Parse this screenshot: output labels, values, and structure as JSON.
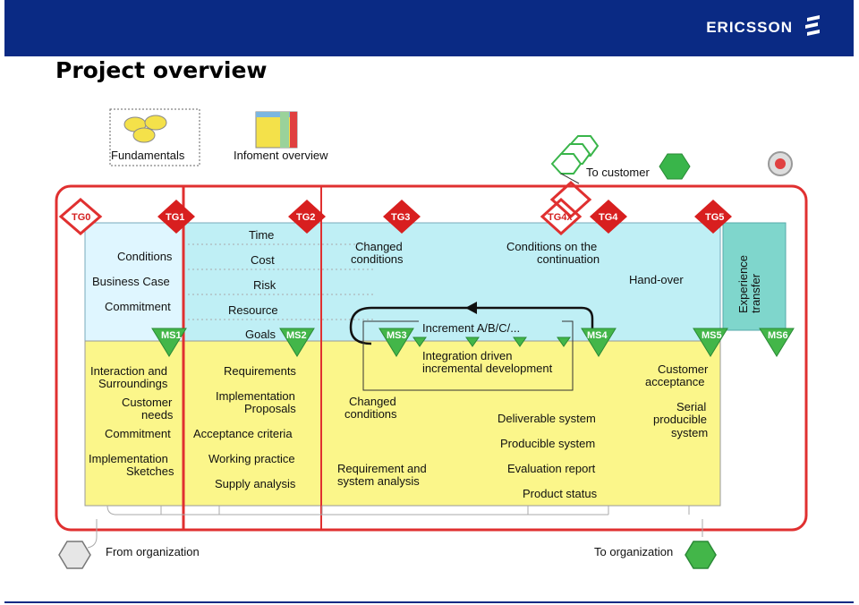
{
  "header": {
    "brand": "ERICSSON",
    "brand_color": "#0a2a84"
  },
  "page_title": "Project overview",
  "icons": {
    "fundamentals": "Fundamentals",
    "infoment": "Infoment overview"
  },
  "top": {
    "to_customer": "To customer"
  },
  "bottom": {
    "from_org": "From organization",
    "to_org": "To organization"
  },
  "tollgates": {
    "tg0": "TG0",
    "tg1": "TG1",
    "tg2": "TG2",
    "tg3": "TG3",
    "tg4x": "TG4x",
    "tg4": "TG4",
    "tg5": "TG5"
  },
  "milestones": {
    "ms1": "MS1",
    "ms2": "MS2",
    "ms3": "MS3",
    "ms4": "MS4",
    "ms5": "MS5",
    "ms6": "MS6"
  },
  "col1_top": {
    "l1": "Conditions",
    "l2": "Business Case",
    "l3": "Commitment"
  },
  "col2_top": {
    "l1": "Time",
    "l2": "Cost",
    "l3": "Risk",
    "l4": "Resource",
    "l5": "Goals"
  },
  "col3_top": {
    "l1": "Changed",
    "l2": "conditions"
  },
  "col4_top": {
    "l1": "Conditions on the",
    "l2": "continuation"
  },
  "handover": "Hand-over",
  "experience": {
    "l1": "Experience",
    "l2": "transfer"
  },
  "increment": "Increment  A/B/C/...",
  "integration": {
    "l1": "Integration driven",
    "l2": "incremental development"
  },
  "col1_bot": {
    "l1": "Interaction and",
    "l2": "Surroundings",
    "l3": "Customer",
    "l4": "needs",
    "l5": "Commitment",
    "l6": "Implementation",
    "l7": "Sketches"
  },
  "col2_bot": {
    "l1": "Requirements",
    "l2": "Implementation",
    "l3": "Proposals",
    "l4": "Acceptance criteria",
    "l5": "Working practice",
    "l6": "Supply analysis"
  },
  "col3_bot": {
    "l1": "Changed",
    "l2": "conditions",
    "l3": "Requirement and",
    "l4": "system analysis"
  },
  "col4_bot": {
    "l1": "Deliverable system",
    "l2": "Producible system",
    "l3": "Evaluation report",
    "l4": "Product status"
  },
  "col5_bot": {
    "l1": "Customer",
    "l2": "acceptance",
    "l3": "Serial",
    "l4": "producible",
    "l5": "system"
  }
}
